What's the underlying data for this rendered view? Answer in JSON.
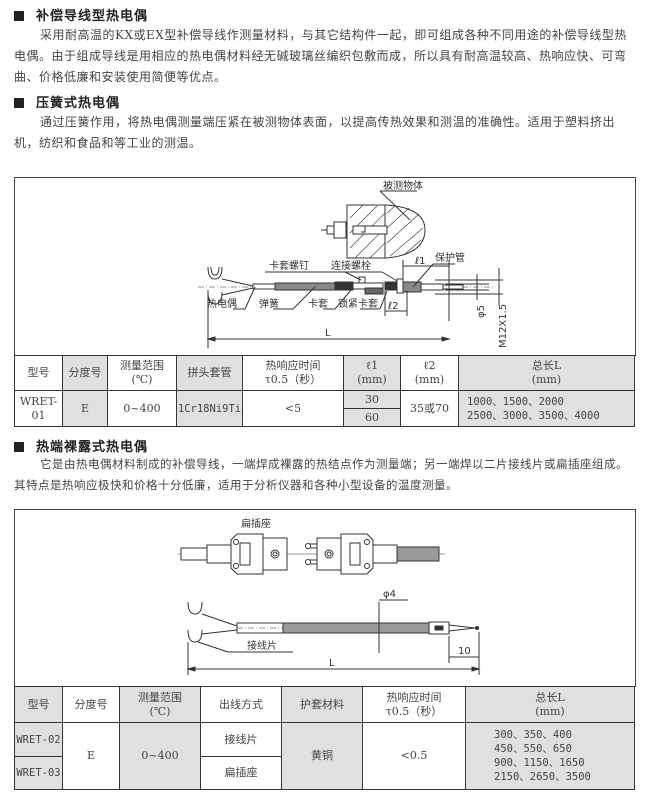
{
  "sections": [
    {
      "title": "补偿导线型热电偶",
      "paragraph": "采用耐高温的KX或EX型补偿导线作测量材料，与其它结构件一起，即可组成各种不同用途的补偿导线型热电偶。由于组成导线是用相应的热电偶材料经无碱玻璃丝编织包敷而成，所以具有耐高温较高、热响应快、可弯曲、价格低廉和安装使用简便等优点。"
    },
    {
      "title": "压簧式热电偶",
      "paragraph": "通过压簧作用，将热电偶测量端压紧在被测物体表面，以提高传热效果和测温的准确性。适用于塑料挤出机，纺织和食品和等工业的测温。"
    },
    {
      "title": "热端裸露式热电偶",
      "paragraph": "它是由热电偶材料制成的补偿导线，一端焊成裸露的热结点作为测量端；另一端焊以二片接线片或扁插座组成。其特点是热响应极快和价格十分低廉，适用于分析仪器和各种小型设备的温度测量。"
    }
  ],
  "figure1": {
    "labels": {
      "measured_object": "被测物体",
      "ferrule_screw": "卡套螺钉",
      "connecting_bolt": "连接螺栓",
      "l1": "ℓ1",
      "protective_tube": "保护管",
      "thermocouple": "热电偶",
      "spring": "弹簧",
      "ferrule": "卡套",
      "lock_ferrule": "锁紧卡套",
      "l2": "ℓ2",
      "phi5": "φ5",
      "thread": "M12X1.5",
      "L": "L"
    }
  },
  "table1": {
    "headers": [
      {
        "line1": "型号",
        "line2": ""
      },
      {
        "line1": "分度号",
        "line2": ""
      },
      {
        "line1": "测量范围",
        "line2": "(℃)"
      },
      {
        "line1": "拼头套管",
        "line2": ""
      },
      {
        "line1": "热响应时间",
        "line2": "τ0.5（秒）"
      },
      {
        "line1": "ℓ1",
        "line2": "(mm)"
      },
      {
        "line1": "ℓ2",
        "line2": "(mm)"
      },
      {
        "line1": "总长L",
        "line2": "(mm)"
      }
    ],
    "row": {
      "model": "WRET-01",
      "graduation": "E",
      "range": "0~400",
      "sleeve": "1Cr18Ni9Ti",
      "response": "<5",
      "l1_values": [
        "30",
        "60"
      ],
      "l2": "35或70",
      "length_lines": [
        "1000、1500、2000",
        "2500、3000、3500、4000"
      ]
    }
  },
  "figure2": {
    "labels": {
      "flat_socket": "扁插座",
      "phi4": "φ4",
      "terminal_lug": "接线片",
      "ten": "10",
      "L": "L"
    }
  },
  "table2": {
    "headers": [
      {
        "line1": "型号",
        "line2": ""
      },
      {
        "line1": "分度号",
        "line2": ""
      },
      {
        "line1": "测量范围",
        "line2": "(℃)"
      },
      {
        "line1": "出线方式",
        "line2": ""
      },
      {
        "line1": "护套材料",
        "line2": ""
      },
      {
        "line1": "热响应时间",
        "line2": "τ0.5（秒）"
      },
      {
        "line1": "总长L",
        "line2": "(mm)"
      }
    ],
    "rows": [
      {
        "model": "WRET-02",
        "outlet": "接线片"
      },
      {
        "model": "WRET-03",
        "outlet": "扁插座"
      }
    ],
    "shared": {
      "graduation": "E",
      "range": "0~400",
      "sheath": "黄铜",
      "response": "<0.5",
      "length_lines": [
        "300、350、400",
        "450、550、650",
        "900、1150、1650",
        "2150、2650、3500"
      ]
    }
  }
}
